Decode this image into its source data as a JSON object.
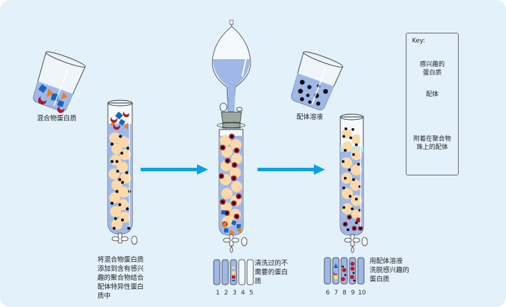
{
  "diagram": {
    "title": "Affinity chromatography",
    "colors": {
      "background": "#e3f1fb",
      "arrow": "#0aa3e0",
      "liquid": "#9fb8e8",
      "bead": "#fbd9a8",
      "ligand": "#111111",
      "protein_of_interest": "#a51c2d",
      "protein_blue": "#1565c0",
      "protein_orange": "#f07c1a"
    },
    "step1": {
      "beaker_label": "混合物蛋白质",
      "column_caption": "将混合物蛋白质\n添加到含有感兴\n趣的聚合物结合\n配体特异性蛋白\n质中"
    },
    "step2": {
      "caption": "清洗过的不\n需要的蛋白\n质",
      "tube_numbers": [
        "1",
        "2",
        "3",
        "4",
        "5"
      ]
    },
    "step3": {
      "beaker_label": "配体溶液",
      "caption": "用配体溶液\n洗脱感兴趣的\n蛋白质",
      "tube_numbers": [
        "6",
        "7",
        "8",
        "9",
        "10"
      ]
    },
    "key": {
      "title": "Key:",
      "items": [
        {
          "icon": "protein-of-interest-icon",
          "label": "感兴趣的\n蛋白质"
        },
        {
          "icon": "ligand-icon",
          "label": "配体"
        },
        {
          "icon": "bead-with-ligand-icon",
          "label": "附着在聚合物\n珠上的配体"
        }
      ]
    }
  }
}
